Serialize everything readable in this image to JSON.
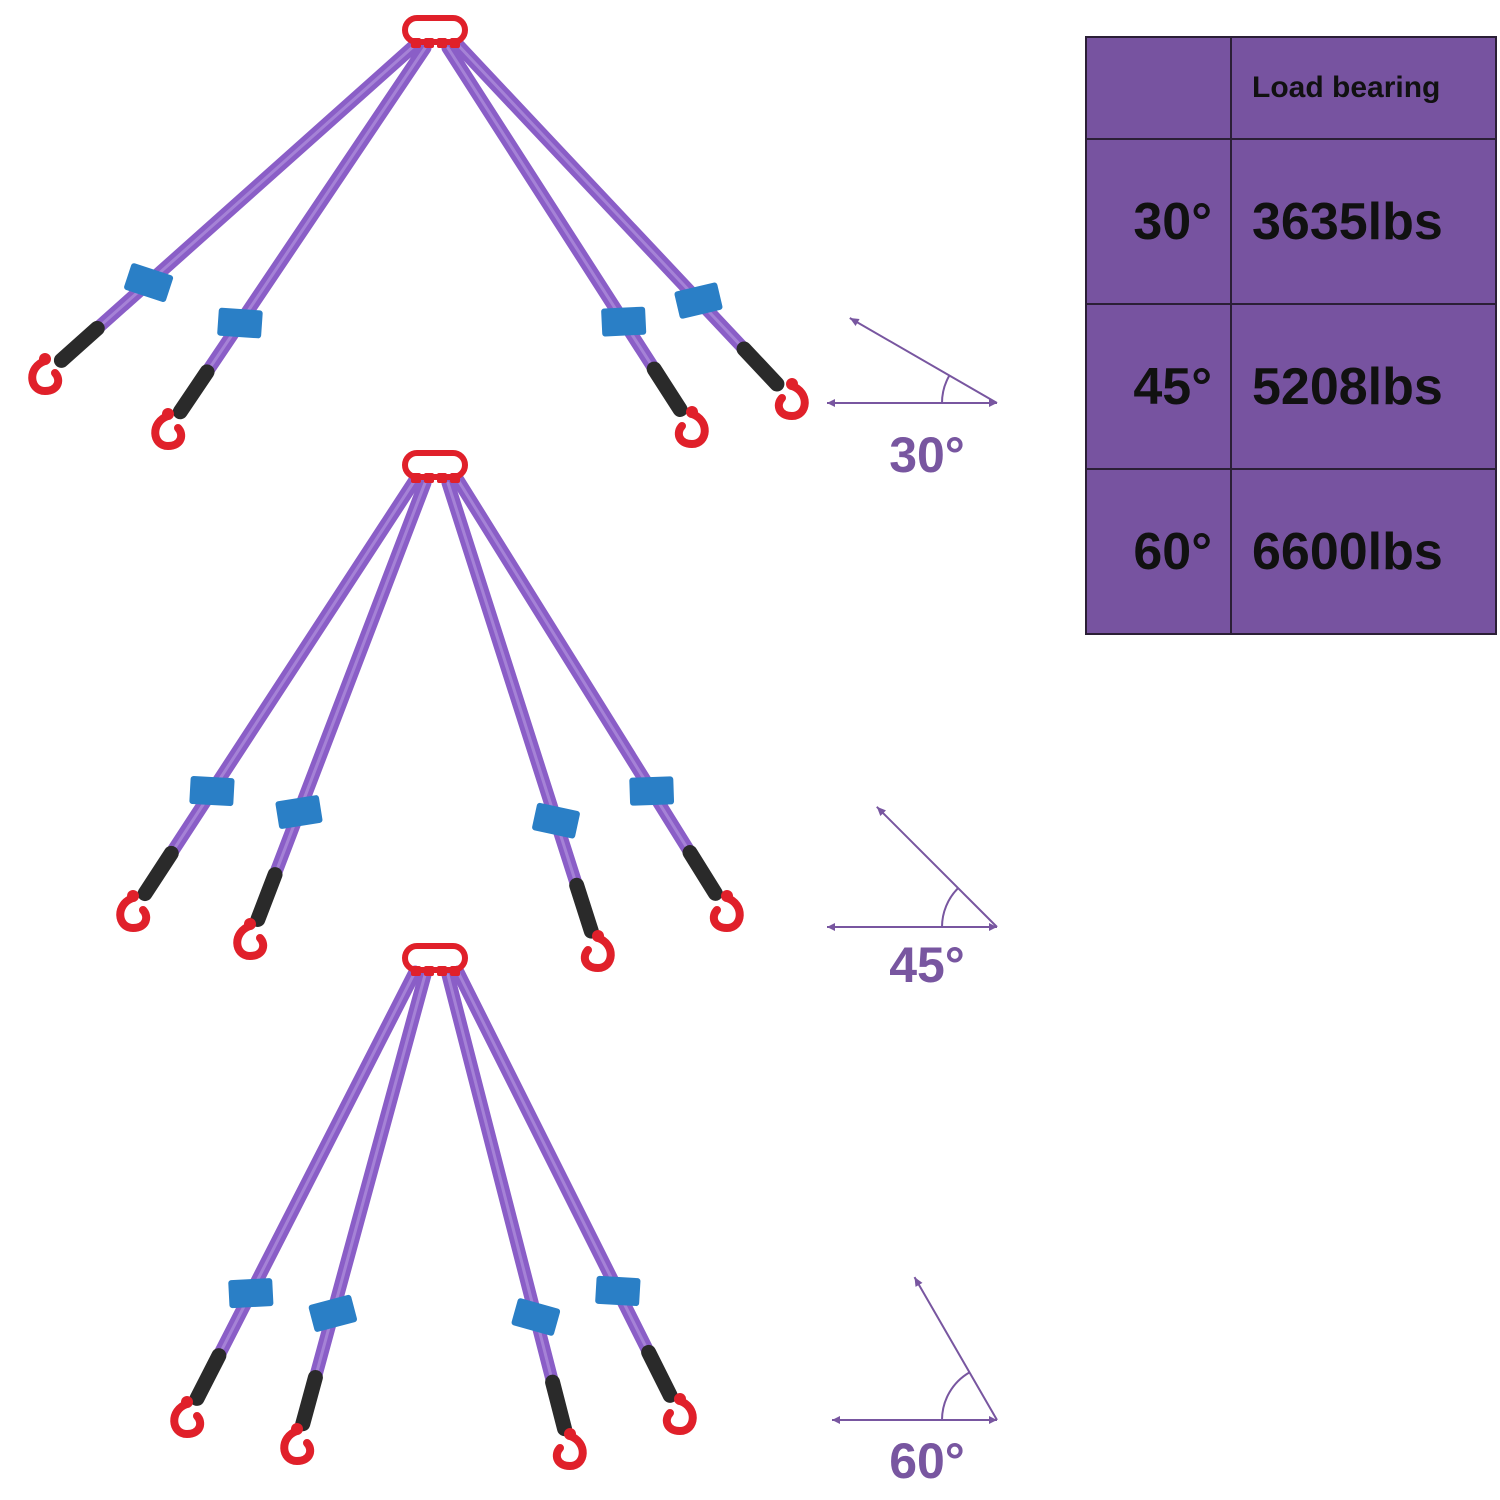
{
  "colors": {
    "table_fill": "#7753a0",
    "table_border": "#2b1f36",
    "table_text": "#111111",
    "angle_color": "#7856a0",
    "sling_purple": "#8a5ec7",
    "hook_red": "#e0202a",
    "tag_blue": "#2a7fc6",
    "sleeve_black": "#2a2a2a"
  },
  "table": {
    "header": {
      "angle": "",
      "load": "Load bearing"
    },
    "rows": [
      {
        "angle": "30°",
        "load": "3635lbs"
      },
      {
        "angle": "45°",
        "load": "5208lbs"
      },
      {
        "angle": "60°",
        "load": "6600lbs"
      }
    ]
  },
  "diagrams": [
    {
      "angle_label": "30°",
      "angle_deg": 30
    },
    {
      "angle_label": "45°",
      "angle_deg": 45
    },
    {
      "angle_label": "60°",
      "angle_deg": 60
    }
  ]
}
